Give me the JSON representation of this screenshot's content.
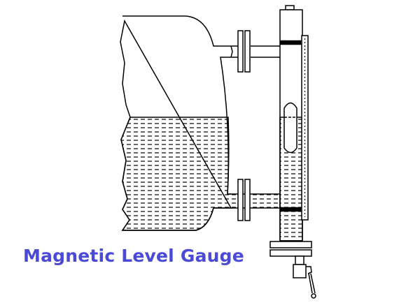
{
  "title": "Magnetic Level Gauge",
  "colors": {
    "title": "#4a4ad6",
    "line": "#000000",
    "background": "#ffffff"
  },
  "diagram": {
    "components": [
      "tank",
      "upper-process-connection",
      "lower-process-connection",
      "gauge-chamber",
      "float",
      "indicator-scale",
      "bottom-flange",
      "drain-valve"
    ]
  }
}
